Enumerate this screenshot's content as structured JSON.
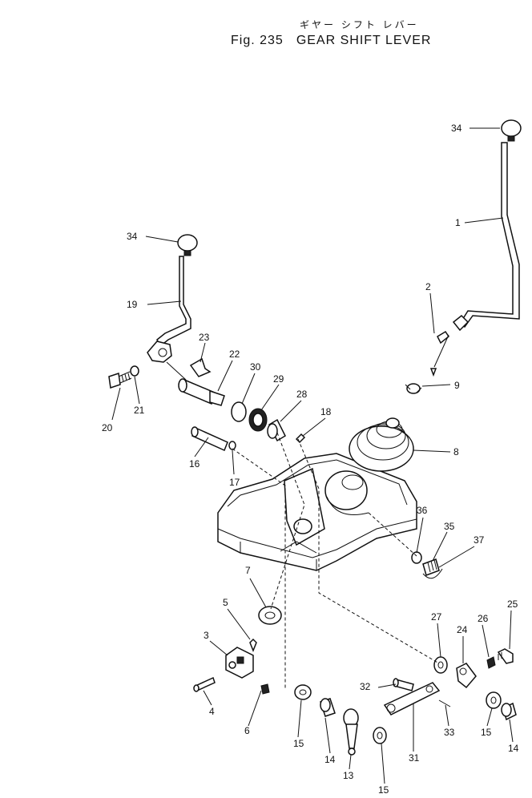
{
  "figure": {
    "japanese_title": "ギヤー シフト レバー",
    "number": "Fig. 235",
    "title": "GEAR SHIFT LEVER"
  },
  "callouts": [
    "34",
    "1",
    "34",
    "2",
    "19",
    "9",
    "23",
    "22",
    "30",
    "29",
    "28",
    "18",
    "8",
    "20",
    "21",
    "16",
    "17",
    "36",
    "35",
    "37",
    "7",
    "5",
    "25",
    "27",
    "24",
    "26",
    "3",
    "32",
    "4",
    "6",
    "15",
    "14",
    "33",
    "15",
    "14",
    "13",
    "31",
    "15"
  ]
}
